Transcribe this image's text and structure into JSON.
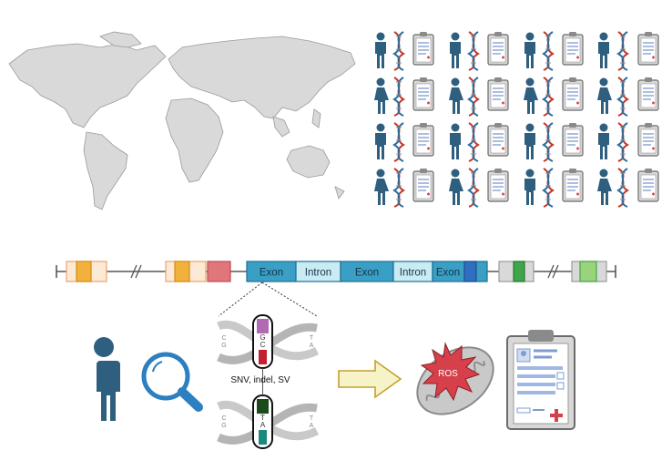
{
  "gene_structure": {
    "segments": [
      {
        "label": "Exon",
        "kind": "exon"
      },
      {
        "label": "Intron",
        "kind": "intron"
      },
      {
        "label": "Exon",
        "kind": "exon"
      },
      {
        "label": "Intron",
        "kind": "intron"
      },
      {
        "label": "Exon",
        "kind": "exon"
      }
    ]
  },
  "variant": {
    "top_bases": [
      "G",
      "C"
    ],
    "bottom_bases": [
      "T",
      "A"
    ],
    "side_bases_left": [
      "C",
      "G"
    ],
    "side_bases_right": [
      "T",
      "A"
    ],
    "caption": "SNV, indel, SV"
  },
  "mitochondrion": {
    "badge_label": "ROS"
  },
  "cohort": {
    "rows": 4,
    "cols": 4
  },
  "colors": {
    "person": "#2f5f7f",
    "exon": "#3a9fc4",
    "intron": "#c9ecf4",
    "magnifier": "#2c7fc0",
    "ros": "#d6404a",
    "arrow_fill": "#f7f3c8",
    "arrow_stroke": "#c5a02a"
  },
  "icons": [
    "world-map-icon",
    "person-icon",
    "dna-helix-icon",
    "clipboard-icon",
    "magnifier-icon",
    "mitochondrion-icon",
    "arrow-right-icon"
  ]
}
